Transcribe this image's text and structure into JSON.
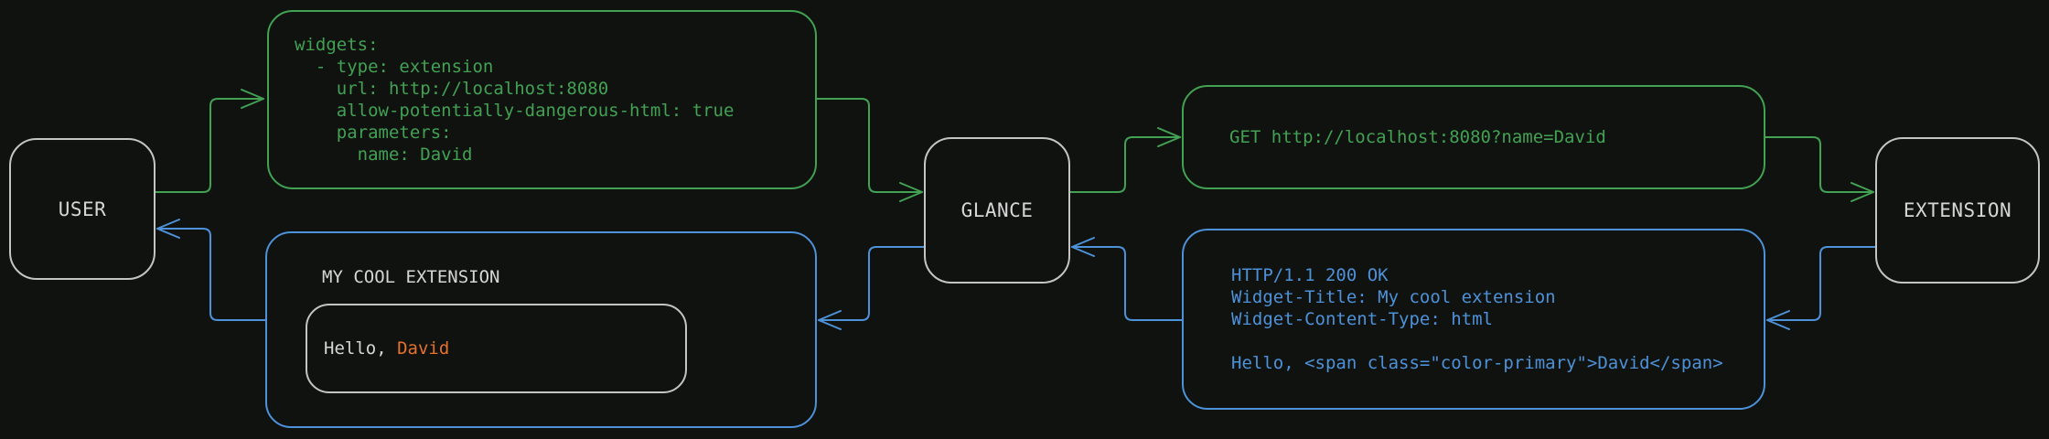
{
  "nodes": {
    "user": {
      "label": "USER"
    },
    "glance": {
      "label": "GLANCE"
    },
    "extension": {
      "label": "EXTENSION"
    }
  },
  "config_box": {
    "lines": [
      "widgets:",
      "  - type: extension",
      "    url: http://localhost:8080",
      "    allow-potentially-dangerous-html: true",
      "    parameters:",
      "      name: David"
    ]
  },
  "request_box": {
    "text": "GET http://localhost:8080?name=David"
  },
  "response_box": {
    "lines": [
      "HTTP/1.1 200 OK",
      "Widget-Title: My cool extension",
      "Widget-Content-Type: html",
      " ",
      "Hello, <span class=\"color-primary\">David</span>"
    ]
  },
  "widget_box": {
    "title": "MY COOL EXTENSION",
    "greeting_prefix": "Hello, ",
    "greeting_name": "David"
  },
  "colors": {
    "background": "#101210",
    "green": "#42a152",
    "blue": "#4d92d8",
    "orange": "#e4722d",
    "gray_text": "#d6d6d6",
    "gray_border": "#c4c4c4"
  }
}
